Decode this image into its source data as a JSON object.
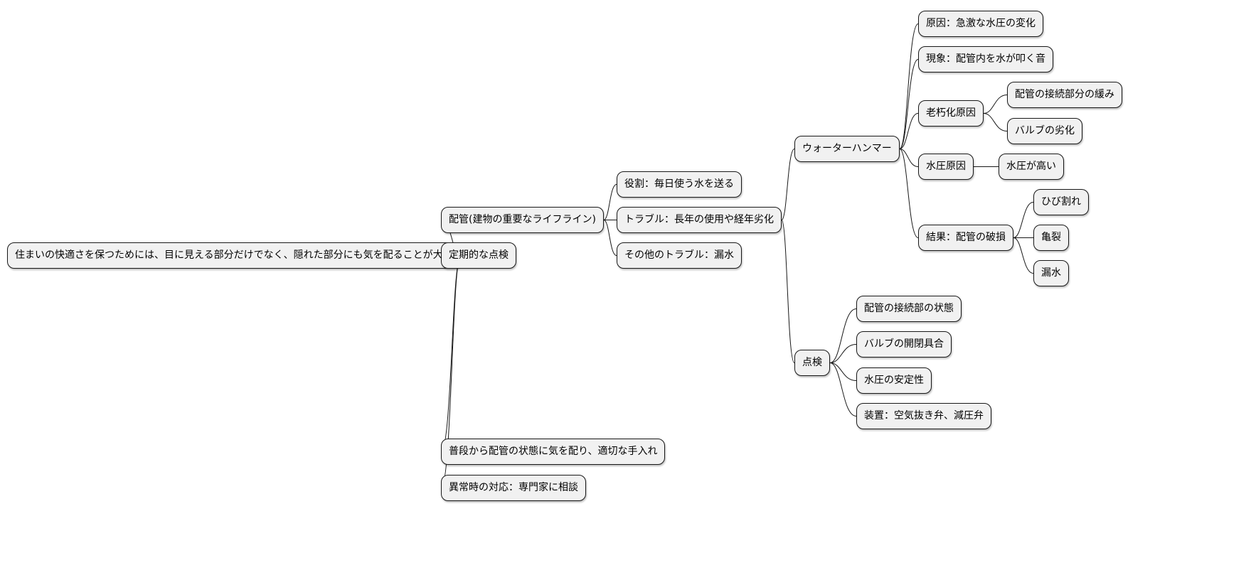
{
  "diagram": {
    "type": "mindmap",
    "root": {
      "id": "root",
      "label": "住まいの快適さを保つためには、目に見える部分だけでなく、隠れた部分にも気を配ることが大切"
    },
    "nodes": [
      {
        "id": "n_pipe",
        "parent": "root",
        "label": "配管(建物の重要なライフライン)"
      },
      {
        "id": "n_role",
        "parent": "n_pipe",
        "label": "役割：毎日使う水を送る"
      },
      {
        "id": "n_trouble",
        "parent": "n_pipe",
        "label": "トラブル：長年の使用や経年劣化"
      },
      {
        "id": "n_wh",
        "parent": "n_trouble",
        "label": "ウォーターハンマー"
      },
      {
        "id": "n_cause",
        "parent": "n_wh",
        "label": "原因：急激な水圧の変化"
      },
      {
        "id": "n_phen",
        "parent": "n_wh",
        "label": "現象：配管内を水が叩く音"
      },
      {
        "id": "n_aging",
        "parent": "n_wh",
        "label": "老朽化原因"
      },
      {
        "id": "n_aging1",
        "parent": "n_aging",
        "label": "配管の接続部分の緩み"
      },
      {
        "id": "n_aging2",
        "parent": "n_aging",
        "label": "バルブの劣化"
      },
      {
        "id": "n_press",
        "parent": "n_wh",
        "label": "水圧原因"
      },
      {
        "id": "n_press1",
        "parent": "n_press",
        "label": "水圧が高い"
      },
      {
        "id": "n_result",
        "parent": "n_wh",
        "label": "結果：配管の破損"
      },
      {
        "id": "n_res1",
        "parent": "n_result",
        "label": "ひび割れ"
      },
      {
        "id": "n_res2",
        "parent": "n_result",
        "label": "亀裂"
      },
      {
        "id": "n_res3",
        "parent": "n_result",
        "label": "漏水"
      },
      {
        "id": "n_insp",
        "parent": "n_trouble",
        "label": "点検"
      },
      {
        "id": "n_insp1",
        "parent": "n_insp",
        "label": "配管の接続部の状態"
      },
      {
        "id": "n_insp2",
        "parent": "n_insp",
        "label": "バルブの開閉具合"
      },
      {
        "id": "n_insp3",
        "parent": "n_insp",
        "label": "水圧の安定性"
      },
      {
        "id": "n_insp4",
        "parent": "n_insp",
        "label": "装置：空気抜き弁、減圧弁"
      },
      {
        "id": "n_other",
        "parent": "n_pipe",
        "label": "その他のトラブル：漏水"
      },
      {
        "id": "n_regular",
        "parent": "root",
        "label": "定期的な点検"
      },
      {
        "id": "n_daily",
        "parent": "root",
        "label": "普段から配管の状態に気を配り、適切な手入れ"
      },
      {
        "id": "n_emerg",
        "parent": "root",
        "label": "異常時の対応：専門家に相談"
      }
    ]
  },
  "colors": {
    "node_fill": "#f1f1f1",
    "node_border": "#181818",
    "edge": "#181818",
    "background": "#ffffff"
  }
}
